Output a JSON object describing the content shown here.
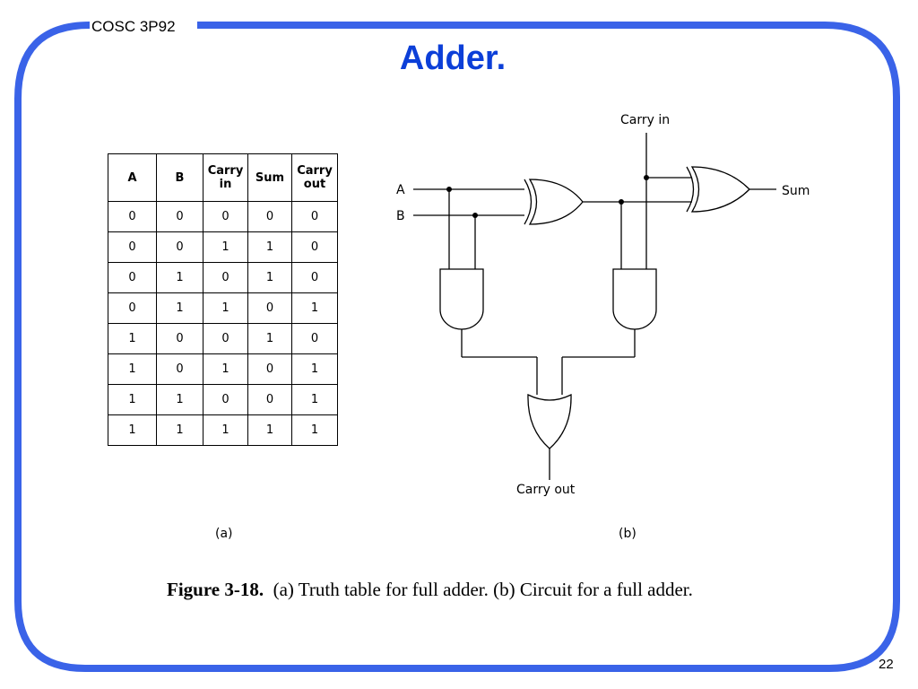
{
  "slide": {
    "course": "COSC 3P92",
    "title": "Adder.",
    "page_number": "22",
    "frame_color": "#3a63e8",
    "title_color": "#0c3fd8"
  },
  "truth_table": {
    "headers": [
      "A",
      "B",
      "Carry in",
      "Sum",
      "Carry out"
    ],
    "rows": [
      [
        "0",
        "0",
        "0",
        "0",
        "0"
      ],
      [
        "0",
        "0",
        "1",
        "1",
        "0"
      ],
      [
        "0",
        "1",
        "0",
        "1",
        "0"
      ],
      [
        "0",
        "1",
        "1",
        "0",
        "1"
      ],
      [
        "1",
        "0",
        "0",
        "1",
        "0"
      ],
      [
        "1",
        "0",
        "1",
        "0",
        "1"
      ],
      [
        "1",
        "1",
        "0",
        "0",
        "1"
      ],
      [
        "1",
        "1",
        "1",
        "1",
        "1"
      ]
    ],
    "label": "(a)"
  },
  "circuit": {
    "label": "(b)",
    "inputs": [
      "A",
      "B",
      "Carry in"
    ],
    "outputs": [
      "Sum",
      "Carry out"
    ],
    "gates": [
      "xor",
      "xor",
      "and",
      "and",
      "or"
    ]
  },
  "caption": {
    "figure": "Figure 3-18.",
    "text": "(a) Truth table for full adder. (b) Circuit for a full adder."
  }
}
